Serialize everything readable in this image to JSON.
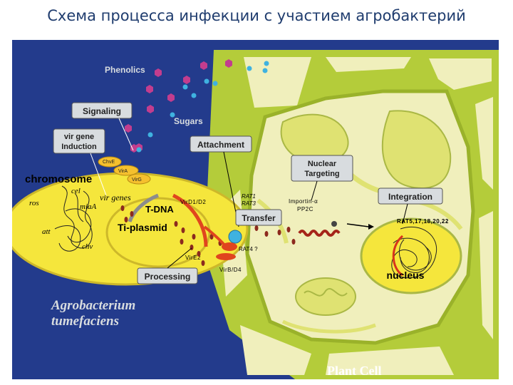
{
  "slide_title": "Схема процесса инфекции с участием агробактерий",
  "labels": {
    "phenolics": "Phenolics",
    "signaling": "Signaling",
    "sugars": "Sugars",
    "vir_gene_induction_1": "vir gene",
    "vir_gene_induction_2": "Induction",
    "attachment": "Attachment",
    "nuclear_targeting_1": "Nuclear",
    "nuclear_targeting_2": "Targeting",
    "integration": "Integration",
    "transfer": "Transfer",
    "processing": "Processing",
    "chromosome": "chromosome",
    "cel": "cel",
    "ros": "ros",
    "mia": "miaA",
    "att": "att",
    "chv": "chv",
    "vir_genes": "vir genes",
    "tdna": "T-DNA",
    "tiplasmid": "Ti-plasmid",
    "chve": "ChvE",
    "vira": "VirA",
    "virg": "VirG",
    "vird1d2": "VirD1/D2",
    "vire2": "VirE2",
    "virb_d4": "VirB/D4",
    "rat1": "RAT1",
    "rat3": "RAT3",
    "rat4": "RAT4 ?",
    "importin": "Importin-α",
    "pp2c": "PP2C",
    "rat_list": "RAT5,17,18,20,22",
    "nucleus": "nucleus",
    "agro_1": "Agrobacterium",
    "agro_2": "tumefaciens",
    "plant_cell": "Plant Cell"
  },
  "colors": {
    "background": "#233b8c",
    "plant_wall": "#b4cc3a",
    "plant_cytoplasm": "#f0efbc",
    "bacterium": "#f5e63c",
    "organelle": "#dfe272",
    "label_box": "#d8dcdf",
    "phenolic": "#c23d8e",
    "sugar": "#3fb2e0",
    "tdna": "#e0451e",
    "vir_protein": "#8c2a1e"
  }
}
